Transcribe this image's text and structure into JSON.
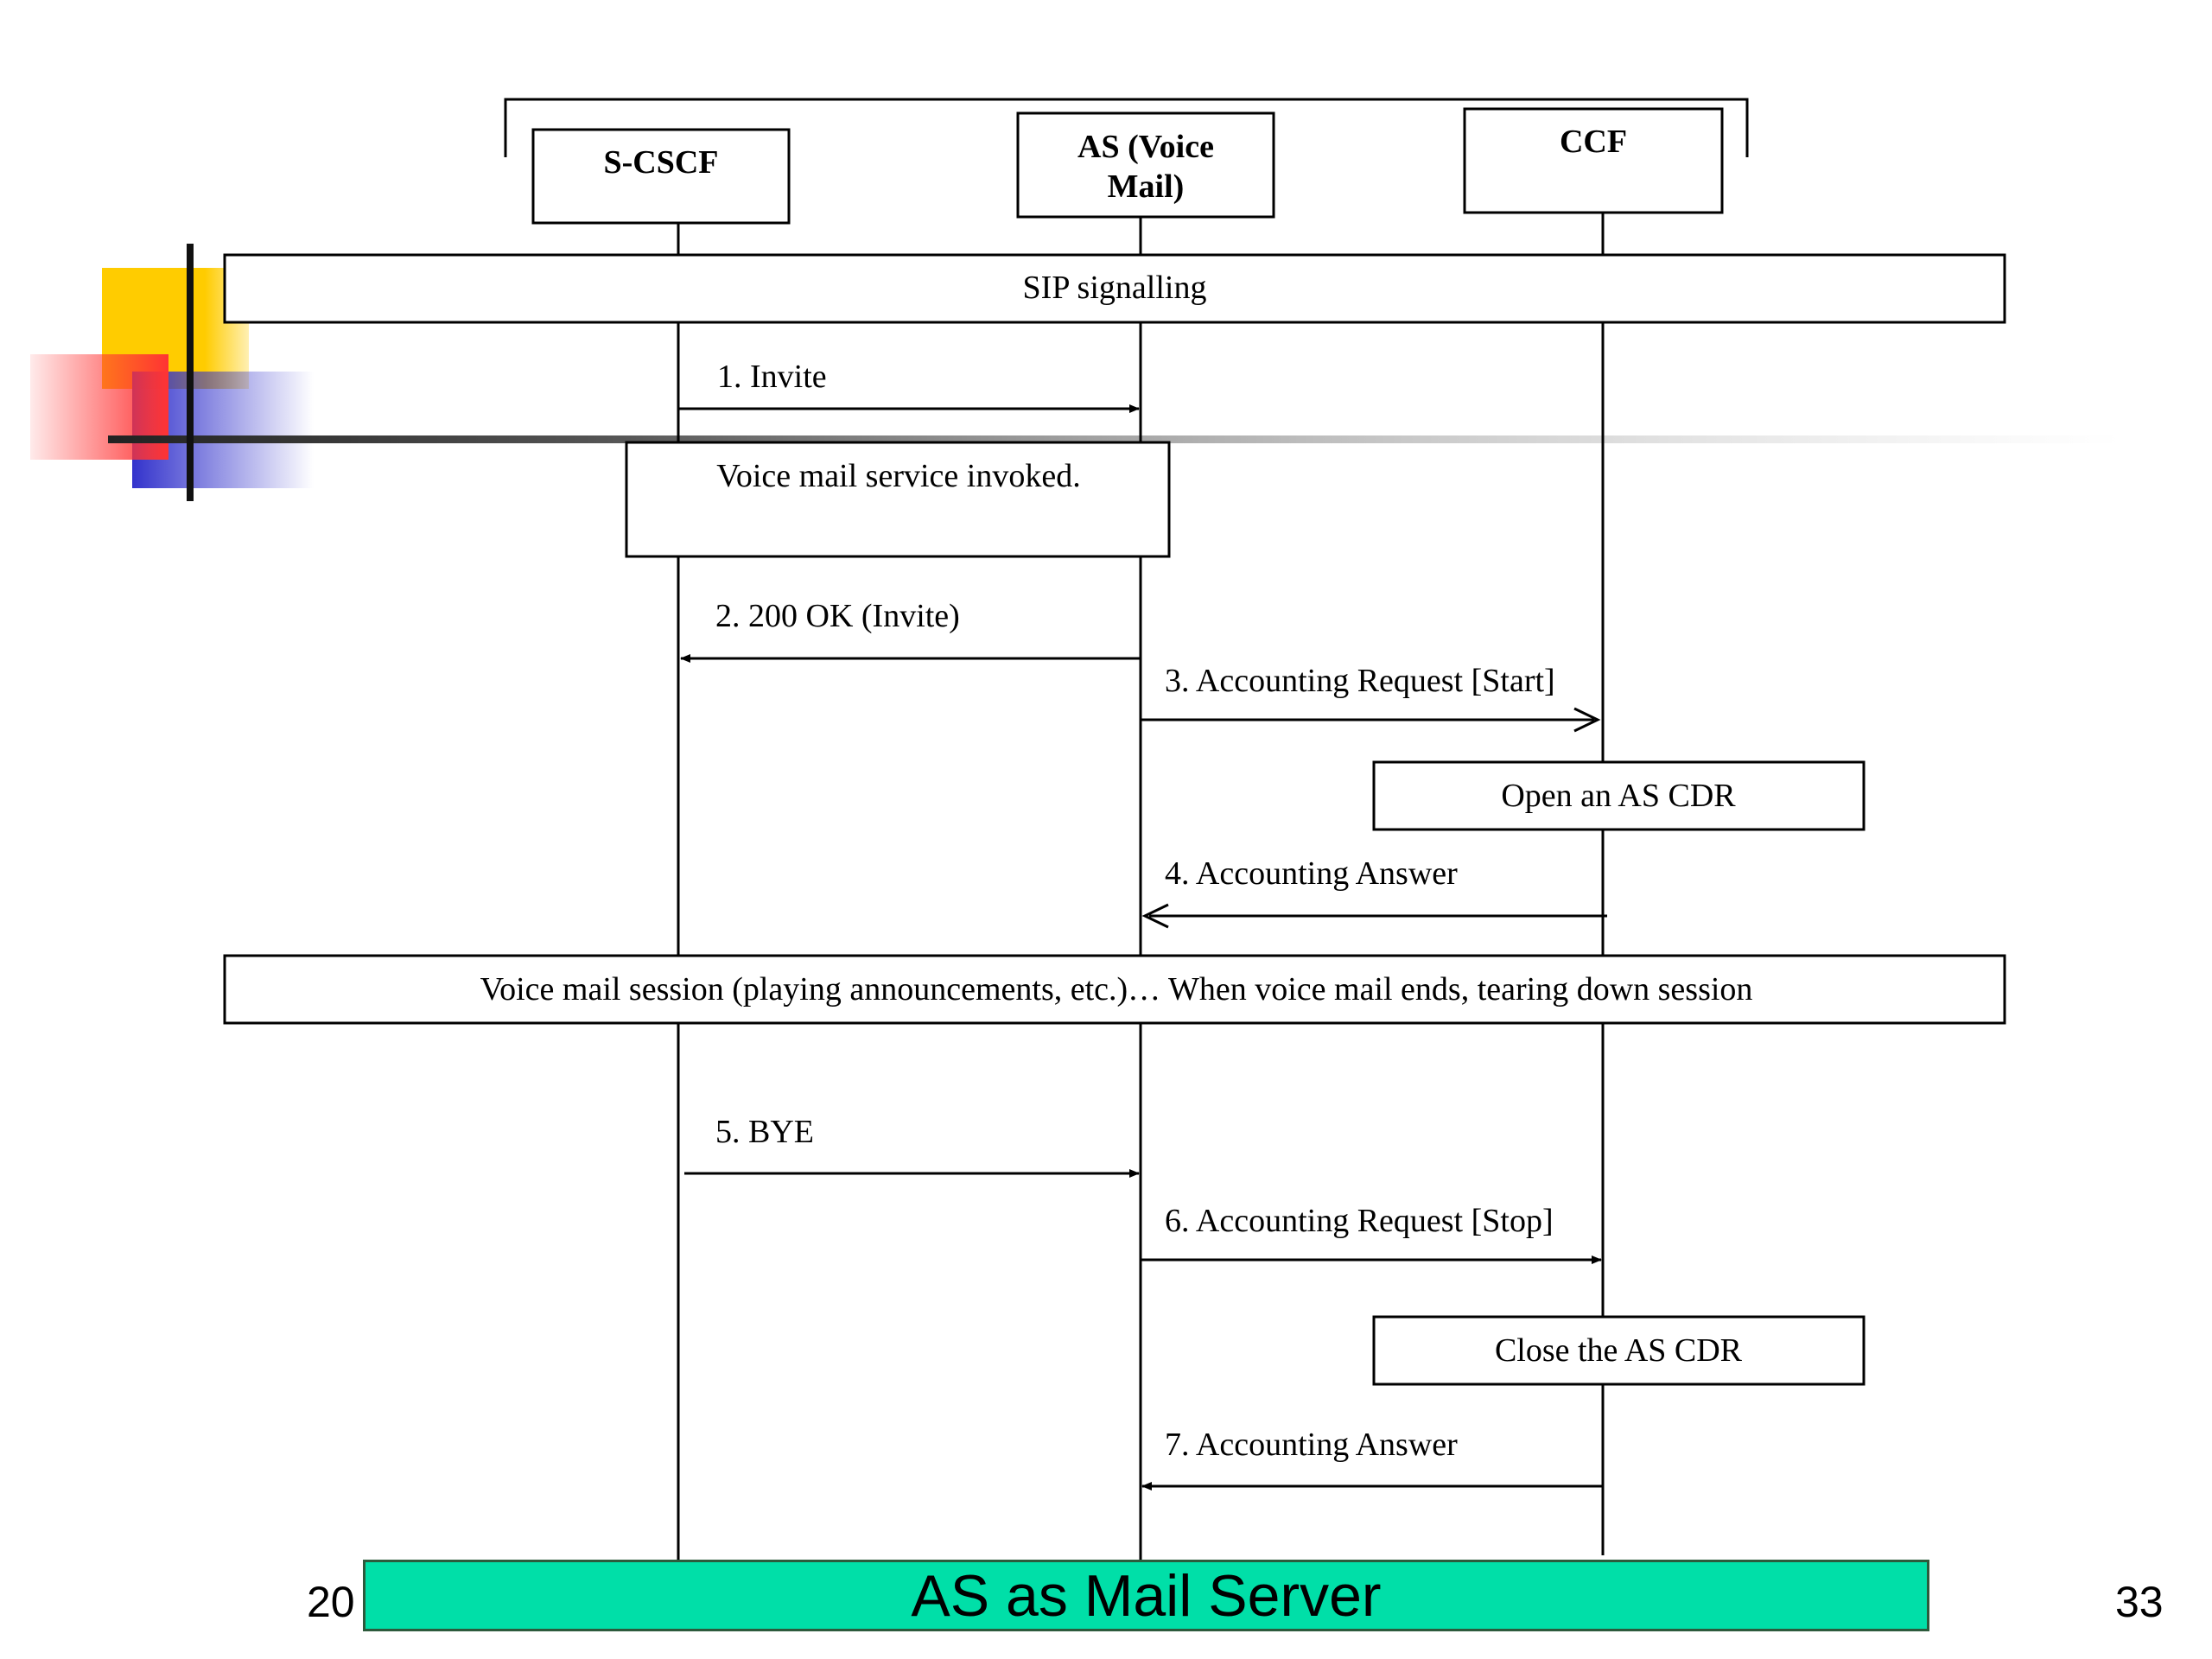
{
  "lifelines": {
    "s_cscf": "S-CSCF",
    "as_line1": "AS (Voice",
    "as_line2": "Mail)",
    "ccf": "CCF"
  },
  "bands": {
    "sip_signalling": "SIP signalling",
    "voice_mail_session": "Voice mail session (playing announcements, etc.)…  When voice mail ends, tearing down session"
  },
  "notes": {
    "service_invoked": "Voice mail service invoked.",
    "open_cdr": "Open an AS CDR",
    "close_cdr": "Close the AS CDR"
  },
  "messages": [
    {
      "label": "1. Invite"
    },
    {
      "label": "2. 200 OK (Invite)"
    },
    {
      "label": "3. Accounting Request [Start]"
    },
    {
      "label": "4. Accounting Answer"
    },
    {
      "label": "5. BYE"
    },
    {
      "label": "6. Accounting Request [Stop]"
    },
    {
      "label": "7. Accounting Answer"
    }
  ],
  "footer": {
    "left_text": "20",
    "page_number": "33"
  },
  "title": "AS as Mail Server",
  "colors": {
    "title_banner": "#00dfa8",
    "deco_yellow": "#ffcc00",
    "deco_red": "#ff3333",
    "deco_blue": "#3333cc"
  }
}
